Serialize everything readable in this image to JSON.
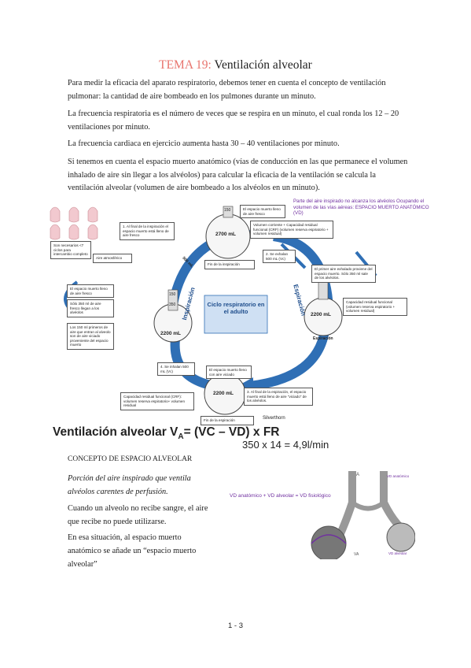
{
  "title": {
    "tema": "TEMA 19:",
    "text": " Ventilación alveolar"
  },
  "paragraphs": [
    "Para medir la eficacia del aparato respiratorio, debemos tener en cuenta el concepto de ventilación pulmonar: la cantidad de aire bombeado en los pulmones durante un minuto.",
    "La frecuencia respiratoria es el número de veces que se respira en un minuto, el cual ronda los 12 – 20 ventilaciones por minuto.",
    "La frecuencia cardiaca en ejercicio aumenta hasta 30 – 40 ventilaciones por minuto.",
    "Si tenemos en cuenta el espacio muerto anatómico (vías de conducción en las que permanece el volumen inhalado de aire sin llegar a los alvéolos) para calcular la eficacia de la ventilación se calcula la ventilación alveolar (volumen de aire bombeado a los alvéolos en un minuto)."
  ],
  "diagram": {
    "note": "Parte del aire inspirado no alcanza los alvéolos Ocupando el volumen de las vías aéreas: ESPACIO MUERTO ANATÓMICO (VD)",
    "center_title": "Ciclo respiratorio en el adulto",
    "inspiracion": "Inspiración",
    "espiracion": "Espiración",
    "circle_top": "2700 mL",
    "circle_left": "2200 mL",
    "circle_right": "2200 mL",
    "circle_bottom": "2200 mL",
    "label_top_fin": "Fin de la inspiración",
    "label_right": "Espiración",
    "label_bottom_fin": "Fin de la espiración",
    "tag_150": "150",
    "tag_350": "350",
    "tag_500": "500 mL",
    "step1": "1. Al final de la inspiración el espacio muerto está lleno de aire fresco",
    "step2": "2. Se exhalan 500 mL (Vc)",
    "step3": "3. Al final de la espiración, el espacio muerto está lleno de aire \"viciado\" de los alvéolos.",
    "step4": "4. Se inhalan 500 mL (Vc)",
    "box_top": "El espacio muerto lleno de aire fresco",
    "box_crf_top": "Volumen corriente + Capacidad residual funcional (CRF) (volumen reserva espiratorio + volumen residual)",
    "box_right1": "El primer aire exhalado proviene del espacio muerto. Sólo 350 ml sale de los alvéolos.",
    "box_right2": "Capacidad residual funcional (volumen reserva espiratorio + volumen residual)",
    "box_left1": "El espacio muerto lleno de aire fresco",
    "box_left2": "Sólo 350 ml de aire fresco llegan a los alvéolos",
    "box_left3": "Los 150 ml primeros de aire que entran al alveolo son de aire viciado proveniente del espacio muerto",
    "box_bottom": "El espacio muerto lleno con aire viciado",
    "box_crf_bottom": "Capacidad residual funcional (CRF): volumen reserva espiratorio+ volumen residual",
    "box_ciclos": "Son necesarios <7 ciclos para intercambio completo",
    "box_atm": "Aire atmosférico",
    "credit": "Silverthorn"
  },
  "formula": {
    "main": "Ventilación alveolar V",
    "sub": "A",
    "rest": "= (VC – VD) x FR",
    "calc": "350 x 14 = 4,9l/min"
  },
  "section": {
    "heading": "CONCEPTO DE ESPACIO ALVEOLAR",
    "italic": "Porción del aire inspirado que ventila alvéolos carentes de perfusión.",
    "p1": "Cuando un alveolo no recibe sangre, el aire que recibe no puede utilizarse.",
    "p2": "En esa situación, al espacio muerto anatómico se añade un “espacio muerto alveolar”"
  },
  "small_figure": {
    "eq": "VD anatómico + VD alveolar = VD fisiológico",
    "a": "A",
    "va": "VA",
    "lbl1": "VD anatómico",
    "lbl2": "VD alveolar"
  },
  "footer": "1 - 3",
  "colors": {
    "tema": "#e8736c",
    "arrow_blue": "#2f6fb5",
    "purple": "#7030a0",
    "center_box": "#cfe0f3"
  }
}
